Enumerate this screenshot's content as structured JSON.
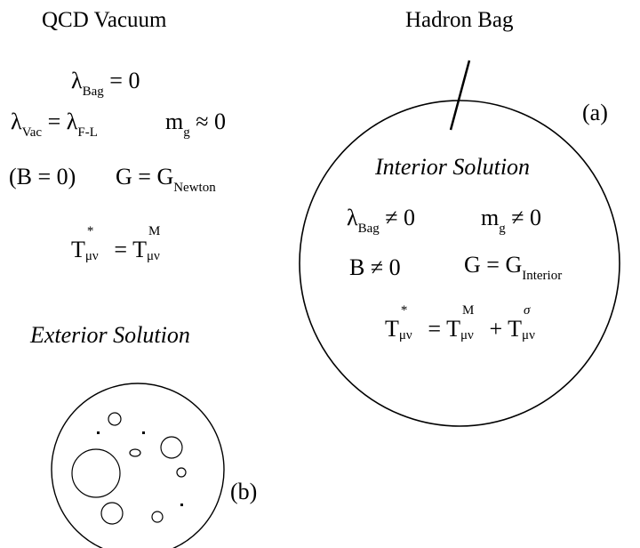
{
  "left": {
    "heading": "QCD Vacuum",
    "eq1": {
      "sym": "λ",
      "sub": "Bag",
      "rest": " = 0"
    },
    "eq2": {
      "sym1": "λ",
      "sub1": "Vac",
      "mid": " = λ",
      "sub2": "F-L"
    },
    "eq3": {
      "sym": "m",
      "sub": "g",
      "rest": " ≈ 0"
    },
    "eq4": "(B = 0)",
    "eq5": {
      "lhs": "G = G",
      "sub": "Newton"
    },
    "eq6": {
      "t1": "T",
      "sup1": "*",
      "sub1": "μν",
      "mid": " = T",
      "sup2": "M",
      "sub2": "μν"
    },
    "exterior": "Exterior Solution",
    "label_b": "(b)"
  },
  "right": {
    "heading": "Hadron Bag",
    "label_a": "(a)",
    "interior": "Interior Solution",
    "eq1": {
      "sym": "λ",
      "sub": "Bag",
      "rest": " ≠ 0"
    },
    "eq2": {
      "sym": "m",
      "sub": "g",
      "rest": " ≠ 0"
    },
    "eq3": "B ≠ 0",
    "eq4": {
      "lhs": "G = G",
      "sub": "Interior"
    },
    "eq5": {
      "t1": "T",
      "sup1": "*",
      "sub1": "μν",
      "mid": " = T",
      "sup2": "M",
      "sub2": "μν",
      "plus": " + T",
      "sup3": "σ",
      "sub3": "μν"
    }
  },
  "colors": {
    "ink": "#000000",
    "background": "#ffffff"
  }
}
